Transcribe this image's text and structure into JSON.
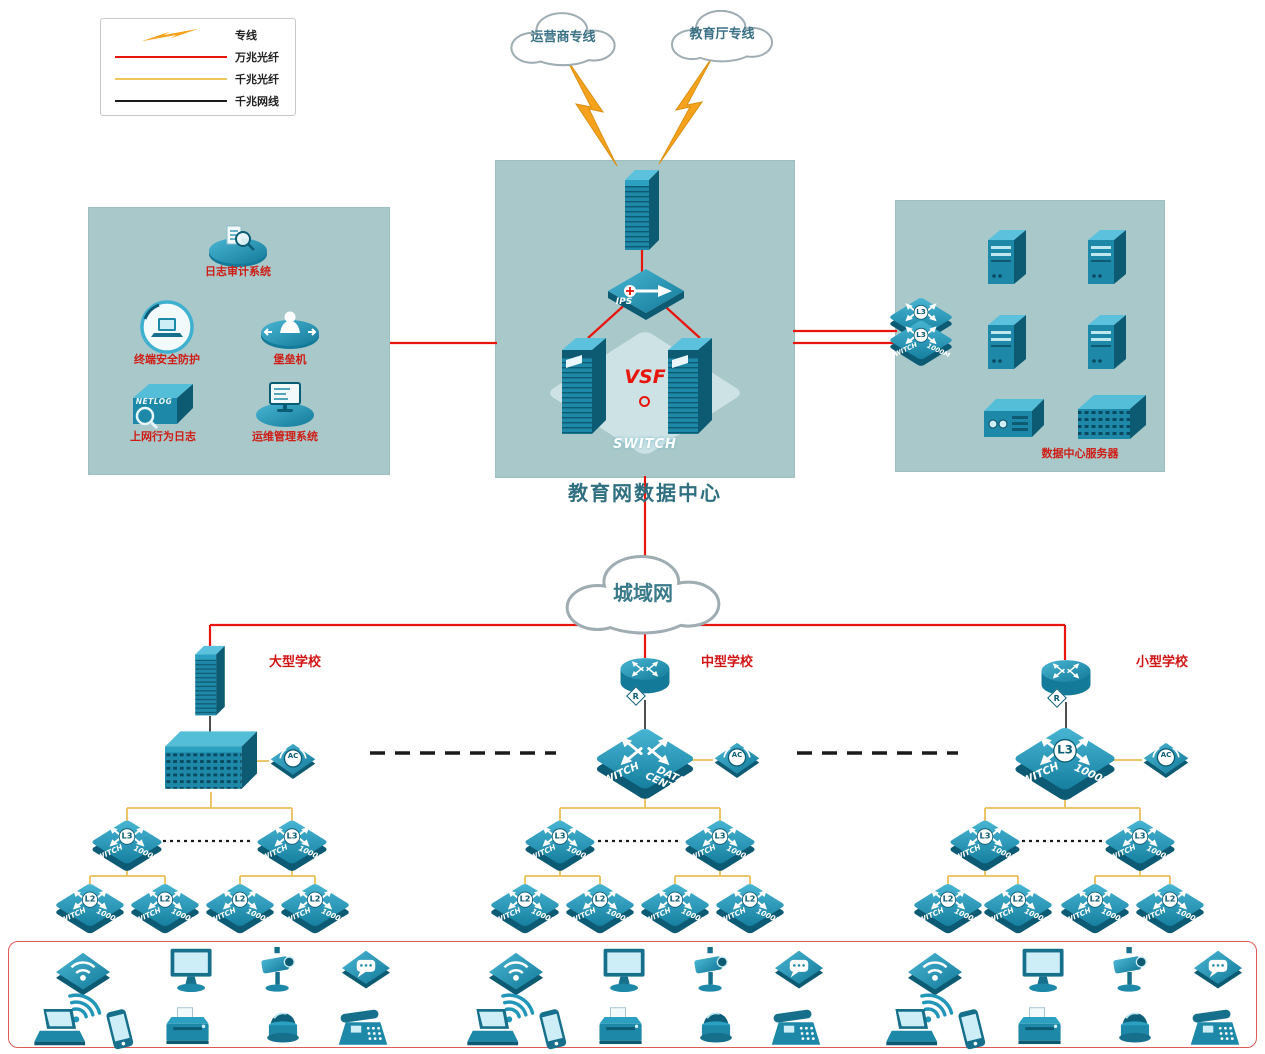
{
  "legend": {
    "items": [
      {
        "label": "专线",
        "line": "lightning"
      },
      {
        "label": "万兆光纤",
        "line": "solid",
        "color": "#e8150d"
      },
      {
        "label": "千兆光纤",
        "line": "solid",
        "color": "#f0c75e"
      },
      {
        "label": "千兆网线",
        "line": "solid",
        "color": "#1a1a1a"
      }
    ]
  },
  "clouds": {
    "carrier": "运营商专线",
    "education": "教育厅专线",
    "man": "城域网"
  },
  "datacenter": {
    "title": "教育网数据中心",
    "vsf_label": "VSF",
    "ips_label": "IPS",
    "ghost_switch_label": "SWITCH"
  },
  "security_zone": {
    "items": [
      {
        "name": "日志审计系统"
      },
      {
        "name": "终端安全防护"
      },
      {
        "name": "堡垒机"
      },
      {
        "name": "上网行为日志",
        "device_text": "NETLOG"
      },
      {
        "name": "运维管理系统"
      }
    ]
  },
  "server_zone": {
    "title": "数据中心服务器"
  },
  "schools": [
    {
      "name": "大型学校"
    },
    {
      "name": "中型学校"
    },
    {
      "name": "小型学校"
    }
  ],
  "switch_labels": {
    "name": "SWITCH",
    "speed": "1000M",
    "dc": "DATA CENTER",
    "l2": "L2",
    "l3": "L3",
    "ac": "AC",
    "router": "R"
  }
}
